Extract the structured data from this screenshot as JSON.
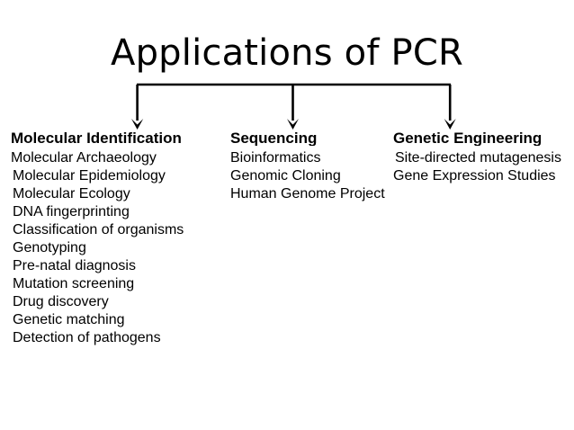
{
  "slide": {
    "title": "Applications of PCR",
    "background_color": "#ffffff",
    "text_color": "#000000"
  },
  "connector": {
    "name": "bracket-arrows",
    "line_color": "#000000"
  },
  "columns": [
    {
      "id": "molecular-identification",
      "heading": "Molecular Identification",
      "items": [
        "Molecular Archaeology",
        "Molecular Epidemiology",
        "Molecular Ecology",
        "DNA fingerprinting",
        "Classification of organisms",
        "Genotyping",
        "Pre-natal diagnosis",
        "Mutation screening",
        "Drug discovery",
        "Genetic matching",
        "Detection of pathogens"
      ]
    },
    {
      "id": "sequencing",
      "heading": "Sequencing",
      "items": [
        "Bioinformatics",
        "Genomic Cloning",
        "Human Genome Project"
      ]
    },
    {
      "id": "genetic-engineering",
      "heading": "Genetic Engineering",
      "items": [
        "Site-directed mutagenesis",
        "Gene Expression Studies"
      ]
    }
  ]
}
